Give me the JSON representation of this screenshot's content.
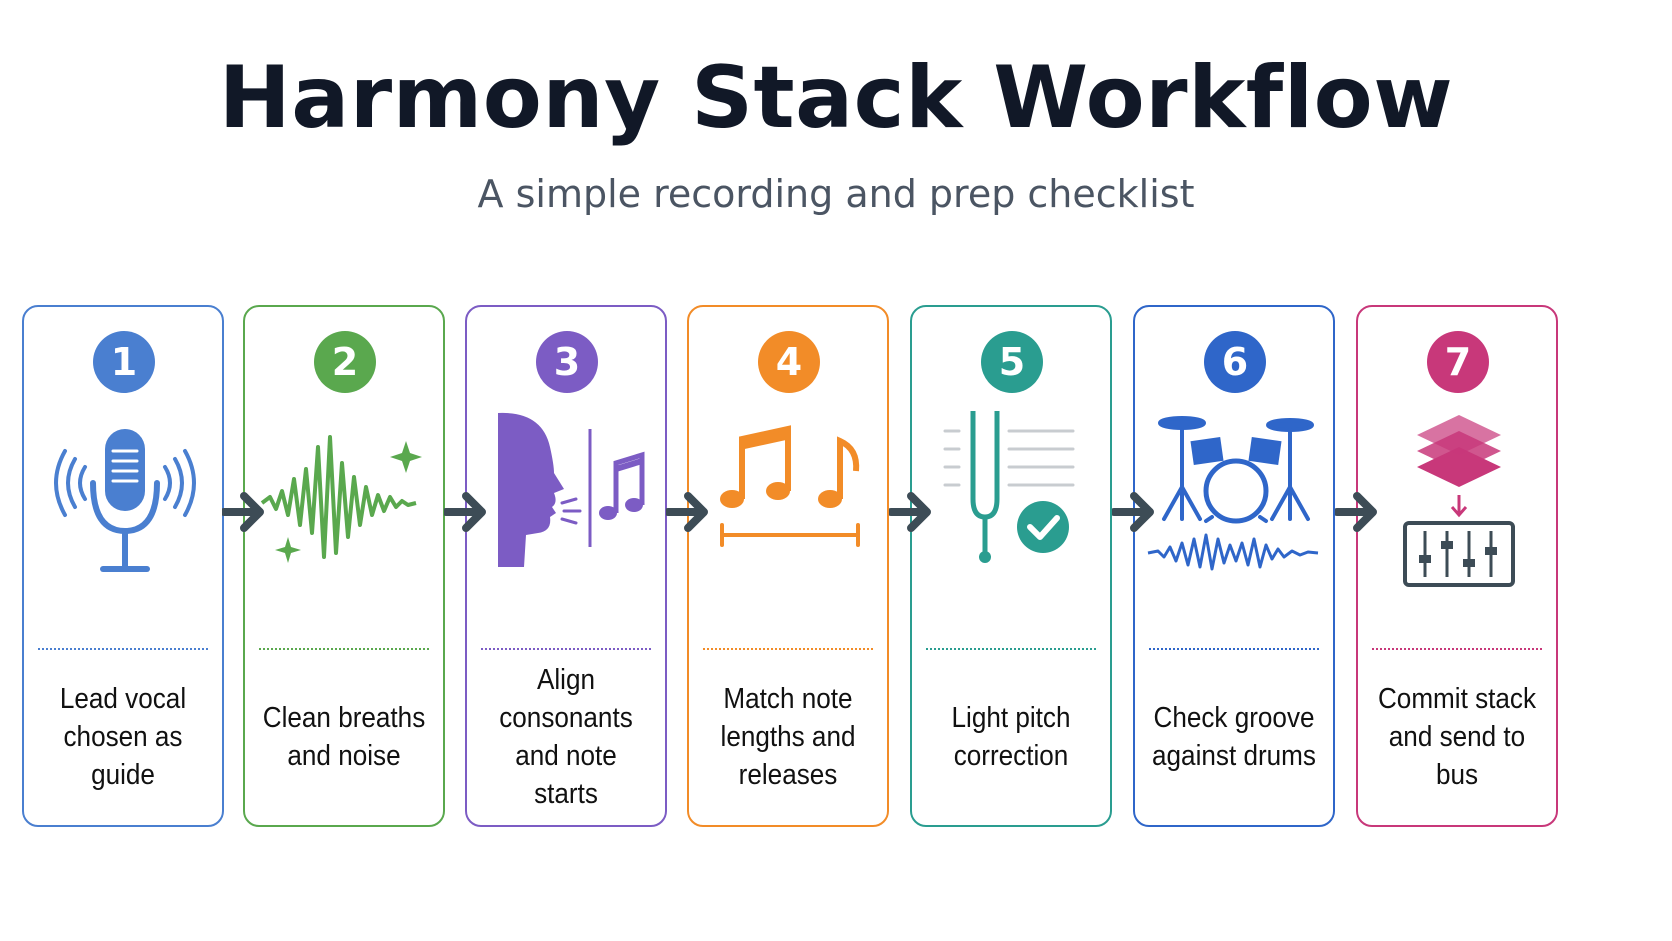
{
  "title": "Harmony Stack Workflow",
  "subtitle": "A simple recording and prep checklist",
  "colors": {
    "blue": "#4a7fd0",
    "green": "#5aa84e",
    "purple": "#7c5cc4",
    "orange": "#f28c28",
    "teal": "#2a9d90",
    "royal": "#2f66c9",
    "magenta": "#c8387a",
    "arrow": "#3d4c56"
  },
  "steps": [
    {
      "number": "1",
      "label": "Lead vocal chosen as guide",
      "icon": "microphone-icon",
      "color": "#4a7fd0"
    },
    {
      "number": "2",
      "label": "Clean breaths and noise",
      "icon": "waveform-sparkle-icon",
      "color": "#5aa84e"
    },
    {
      "number": "3",
      "label": "Align consonants and note starts",
      "icon": "singer-profile-icon",
      "color": "#7c5cc4"
    },
    {
      "number": "4",
      "label": "Match note lengths and releases",
      "icon": "music-notes-icon",
      "color": "#f28c28"
    },
    {
      "number": "5",
      "label": "Light pitch correction",
      "icon": "tuning-fork-icon",
      "color": "#2a9d90"
    },
    {
      "number": "6",
      "label": "Check groove against drums",
      "icon": "drum-kit-icon",
      "color": "#2f66c9"
    },
    {
      "number": "7",
      "label": "Commit stack and send to bus",
      "icon": "layers-mixer-icon",
      "color": "#c8387a"
    }
  ]
}
